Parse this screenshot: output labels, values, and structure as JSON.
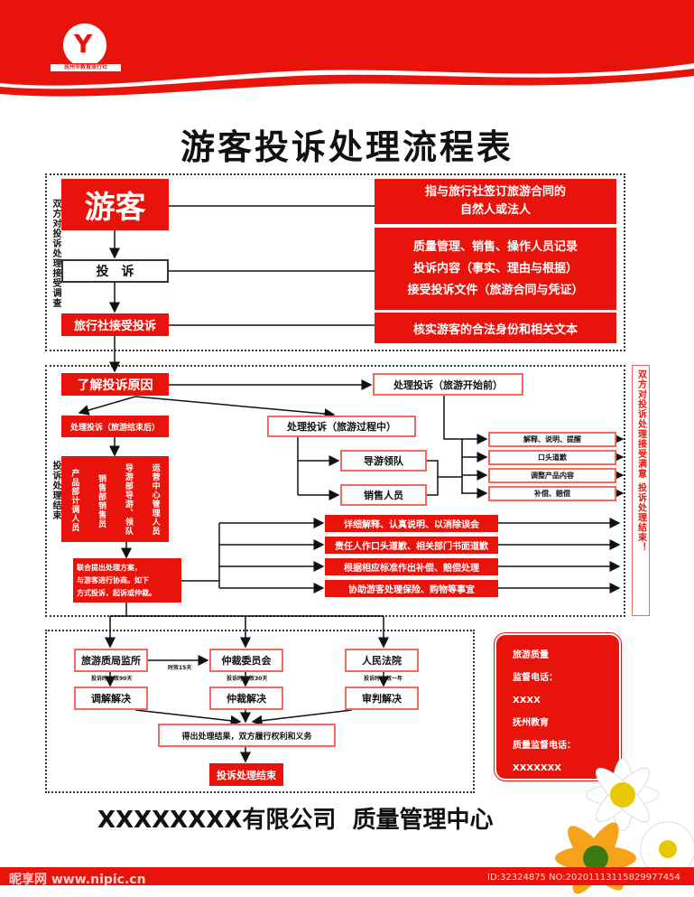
{
  "header": {
    "logo_text": "抚州市教育旅行社",
    "title": "游客投诉处理流程表"
  },
  "section1": {
    "side_label": "双方对投诉处理接受调查",
    "tourist": "游客",
    "complaint": "投　诉",
    "agency_accept": "旅行社接受投诉",
    "right_boxes": [
      [
        "指与旅行社签订旅游合同的",
        "自然人或法人"
      ],
      [
        "质量管理、销售、操作人员记录",
        "投诉内容（事实、理由与根据）",
        "接受投诉文件（旅游合同与凭证）"
      ],
      [
        "核实游客的合法身份和相关文本"
      ]
    ]
  },
  "section2": {
    "understand": "了解投诉原因",
    "before": "处理投诉（旅游开始前）",
    "after": "处理投诉（旅游结束后）",
    "during": "处理投诉（旅游过程中）",
    "side_label": "投诉处理结束",
    "staff": [
      "产品部计调人员",
      "销售部销售员",
      "导游部导游、领队",
      "运营中心管理人员"
    ],
    "joint": [
      "联合提出处理方案，",
      "与游客进行协商。如下",
      "方式投诉，起诉或仲裁。"
    ],
    "guide": "导游领队",
    "sales": "销售人员",
    "remedies": [
      "解释、说明、提醒",
      "口头道歉",
      "调整产品内容",
      "补偿、赔偿"
    ],
    "actions": [
      "详细解释、认真说明、以消除误会",
      "责任人作口头道歉、相关部门书面道歉",
      "根据相应标准作出补偿、赔偿处理",
      "协助游客处理保险、购物等事宜"
    ]
  },
  "right_side_label": "双方对投诉处理接受满意 投诉处理结束！",
  "section3": {
    "bodies": [
      "旅游质局监所",
      "仲裁委员会",
      "人民法院"
    ],
    "limits": [
      [
        "投诉时",
        "效90天"
      ],
      [
        "投诉时",
        "效30天"
      ],
      [
        "投诉时",
        "效一年"
      ]
    ],
    "transfer_limit": "时效15天",
    "resolutions": [
      "调解解决",
      "仲裁解决",
      "审判解决"
    ],
    "result": "得出处理结果，双方履行权利和义务",
    "end": "投诉处理结束"
  },
  "info_box": {
    "lines": [
      "旅游质量",
      "监督电话：",
      "XXXX",
      "抚州教育",
      "质量监督电话：",
      "XXXXXXX"
    ]
  },
  "footer": {
    "company": "XXXXXXXX有限公司  质量管理中心",
    "watermark_site": "昵享网 www.nipic.cn",
    "watermark_id": "ID:32324875 NO:20201113115829977454"
  },
  "colors": {
    "accent": "#e8140c",
    "border": "#f26a5e"
  }
}
